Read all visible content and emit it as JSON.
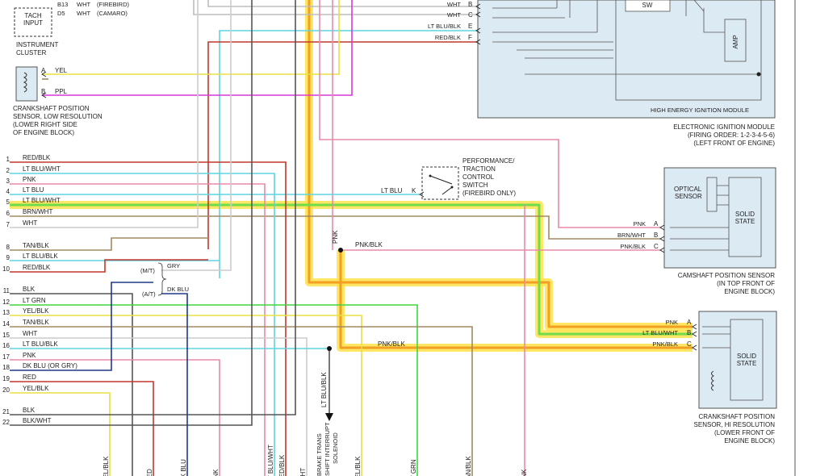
{
  "colors": {
    "highlight_yellow": "#ffe24a",
    "highlight_orange": "#f2a023",
    "highlight_green": "#6fdc4a",
    "module_fill": "#dceaf4",
    "wire_red": "#c0392b",
    "wire_ltblu": "#5fd3e0",
    "wire_pnk": "#e88aa8",
    "wire_yel": "#e8e040",
    "wire_ppl": "#d63ad6",
    "wire_grn": "#3fd63f",
    "wire_tan": "#a08a60",
    "wire_blk": "#555555",
    "wire_wht": "#cccccc",
    "wire_dkblu": "#1f3a8a"
  },
  "tach": {
    "box": "TACH INPUT",
    "label_1": "INSTRUMENT",
    "label_2": "CLUSTER",
    "pin_b13": "B13",
    "wire_b13": "WHT",
    "note_b13": "(FIREBIRD)",
    "pin_d5": "D5",
    "wire_d5": "WHT",
    "note_d5": "(CAMARO)"
  },
  "crank_low": {
    "label_1": "CRANKSHAFT POSITION",
    "label_2": "SENSOR, LOW RESOLUTION",
    "label_3": "(LOWER RIGHT SIDE",
    "label_4": "OF ENGINE BLOCK)",
    "pin_a": "A",
    "wire_a": "YEL",
    "pin_b": "B",
    "wire_b": "PPL"
  },
  "ignition": {
    "sw": "SW",
    "amp": "AMP",
    "hei": "HIGH ENERGY IGNITION MODULE",
    "label_1": "ELECTRONIC IGNITION MODULE",
    "label_2": "(FIRING ORDER: 1-2-3-4-5-6)",
    "label_3": "(LEFT FRONT OF ENGINE)",
    "pins": [
      {
        "wire": "WHT",
        "pin": "B"
      },
      {
        "wire": "WHT",
        "pin": "C"
      },
      {
        "wire": "LT BLU/BLK",
        "pin": "E"
      },
      {
        "wire": "RED/BLK",
        "pin": "F"
      }
    ]
  },
  "left_wires": [
    {
      "num": "1",
      "name": "RED/BLK"
    },
    {
      "num": "2",
      "name": "LT BLU/WHT"
    },
    {
      "num": "3",
      "name": "PNK"
    },
    {
      "num": "4",
      "name": "LT BLU"
    },
    {
      "num": "5",
      "name": "LT BLU/WHT"
    },
    {
      "num": "6",
      "name": "BRN/WHT"
    },
    {
      "num": "7",
      "name": "WHT"
    },
    {
      "num": "8",
      "name": "TAN/BLK"
    },
    {
      "num": "9",
      "name": "LT BLU/BLK"
    },
    {
      "num": "10",
      "name": "RED/BLK"
    },
    {
      "num": "11",
      "name": "BLK"
    },
    {
      "num": "12",
      "name": "LT GRN"
    },
    {
      "num": "13",
      "name": "YEL/BLK"
    },
    {
      "num": "14",
      "name": "TAN/BLK"
    },
    {
      "num": "15",
      "name": "WHT"
    },
    {
      "num": "16",
      "name": "LT BLU/BLK"
    },
    {
      "num": "17",
      "name": "PNK"
    },
    {
      "num": "18",
      "name": "DK BLU (OR GRY)"
    },
    {
      "num": "19",
      "name": "RED"
    },
    {
      "num": "20",
      "name": "YEL/BLK"
    },
    {
      "num": "21",
      "name": "BLK"
    },
    {
      "num": "22",
      "name": "BLK/WHT"
    }
  ],
  "trans": {
    "mt": "(M/T)",
    "gry": "GRY",
    "at": "(A/T)",
    "dkblu": "DK BLU"
  },
  "perf_switch": {
    "label_1": "PERFORMANCE/",
    "label_2": "TRACTION",
    "label_3": "CONTROL",
    "label_4": "SWITCH",
    "label_5": "(FIREBIRD ONLY)",
    "wire": "LT BLU",
    "pin": "K"
  },
  "junctions": {
    "pnk_vertical": "PNK",
    "pnk_blk_upper": "PNK/BLK",
    "pnk_blk_lower": "PNK/BLK",
    "lt_blu_blk_vertical": "LT BLU/BLK"
  },
  "brake": {
    "line_1": "BRAKE TRANS",
    "line_2": "SHIFT INTERRUPT",
    "line_3": "SOLENOID"
  },
  "cam": {
    "optical": "OPTICAL",
    "sensor": "SENSOR",
    "solid": "SOLID",
    "state": "STATE",
    "label_1": "CAMSHAFT POSITION SENSOR",
    "label_2": "(IN TOP FRONT OF",
    "label_3": "ENGINE BLOCK)",
    "pins": [
      {
        "wire": "PNK",
        "pin": "A"
      },
      {
        "wire": "BRN/WHT",
        "pin": "B"
      },
      {
        "wire": "PNK/BLK",
        "pin": "C"
      }
    ]
  },
  "crank_hi": {
    "solid": "SOLID",
    "state": "STATE",
    "label_1": "CRANKSHAFT POSITION",
    "label_2": "SENSOR, HI RESOLUTION",
    "label_3": "(LOWER FRONT OF",
    "label_4": "ENGINE BLOCK)",
    "pins": [
      {
        "wire": "PNK",
        "pin": "A"
      },
      {
        "wire": "LT BLU/WHT",
        "pin": "B"
      },
      {
        "wire": "PNK/BLK",
        "pin": "C"
      }
    ]
  },
  "bottom_labels": [
    "YEL/BLK",
    "RED",
    "DK BLU",
    "PNK",
    "LT BLU/WHT",
    "RED/BLK",
    "WHT",
    "YEL/BLK",
    "LT GRN",
    "TAN/BLK",
    "PNK"
  ]
}
